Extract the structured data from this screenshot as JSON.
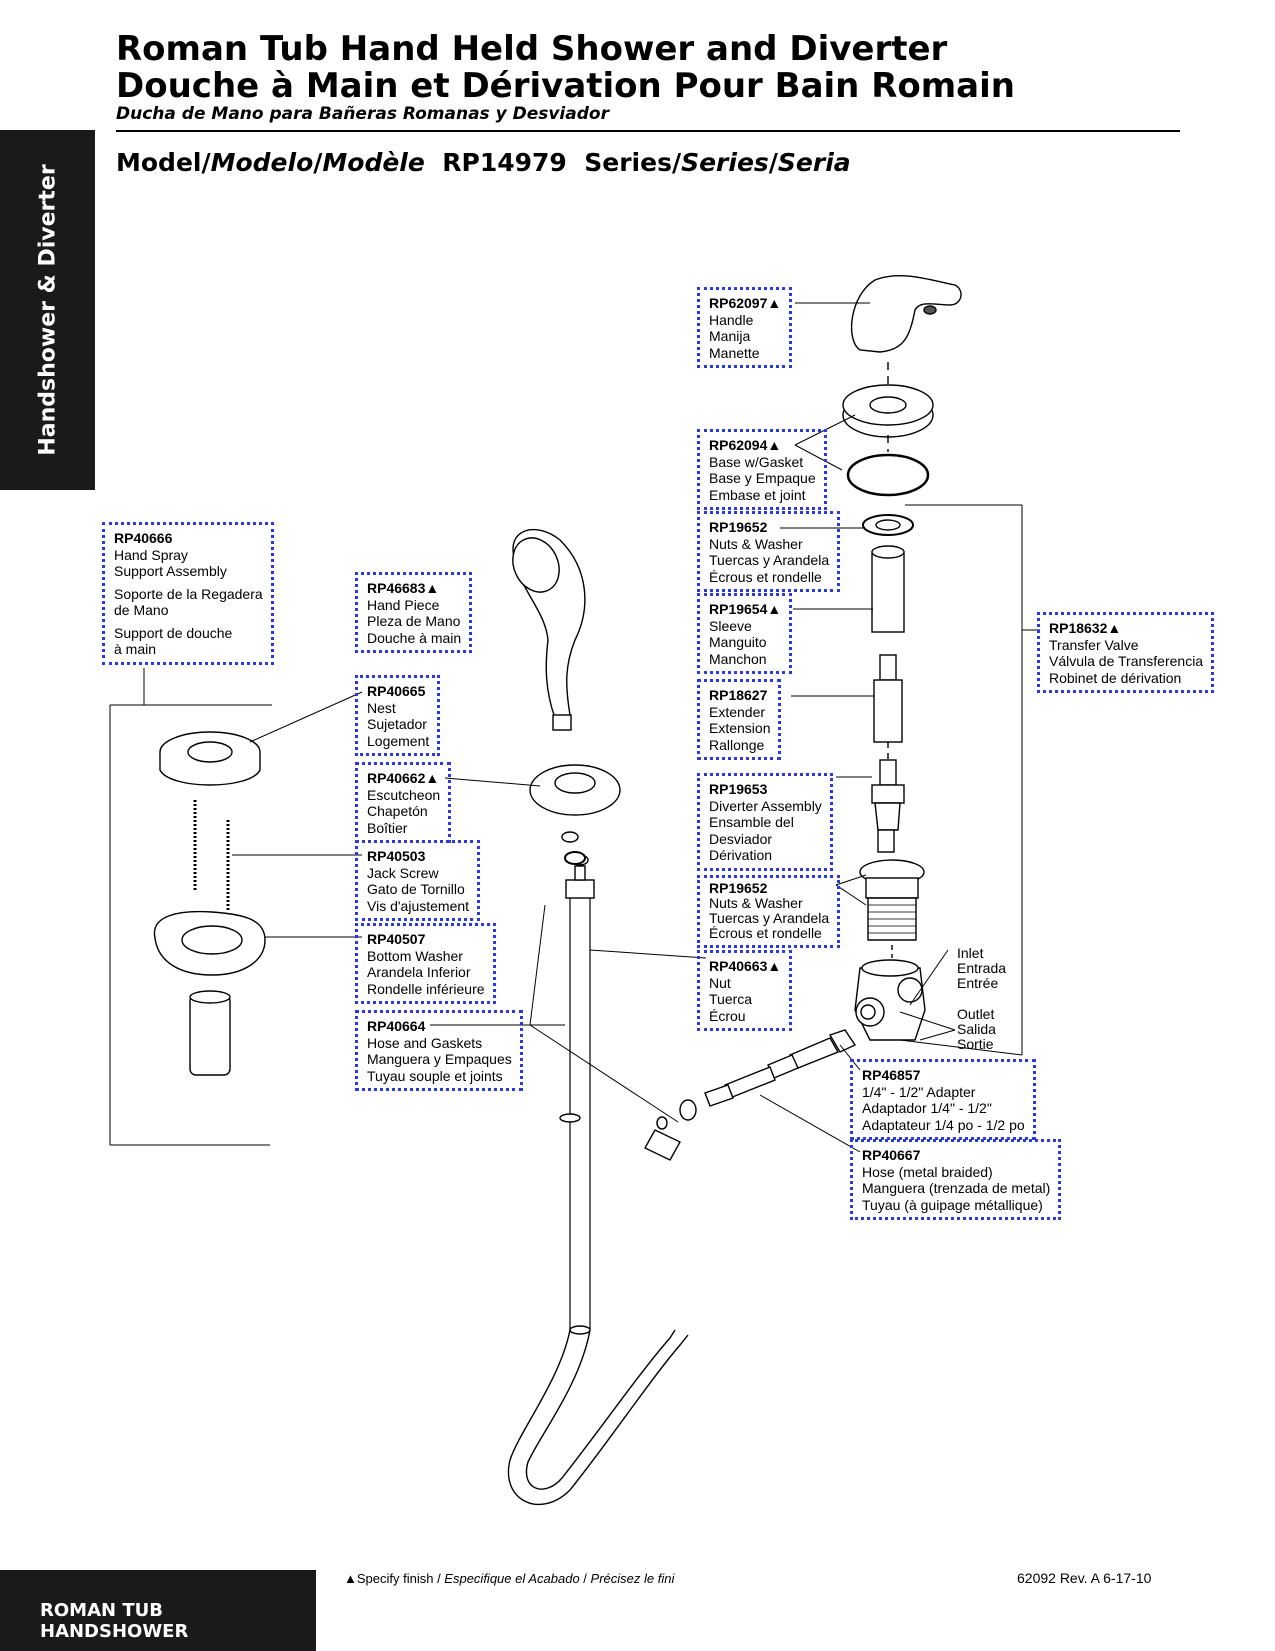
{
  "header": {
    "title_en": "Roman Tub Hand Held Shower and Diverter",
    "title_fr": "Douche à Main et Dérivation Pour Bain Romain",
    "title_es": "Ducha de Mano para Bañeras Romanas y Desviador",
    "model_label": "Model/",
    "model_label_es": "Modelo",
    "model_sep": "/",
    "model_label_fr": "Modèle",
    "model_number": "RP14979",
    "series_label": "Series/",
    "series_label_es": "Series",
    "series_sep": "/",
    "series_label_fr": "Seria"
  },
  "side_tab": "Handshower & Diverter",
  "parts": {
    "rp62097": {
      "pn": "RP62097▲",
      "l1": "Handle",
      "l2": "Manija",
      "l3": "Manette"
    },
    "rp62094": {
      "pn": "RP62094▲",
      "l1": "Base w/Gasket",
      "l2": "Base y Empaque",
      "l3": "Embase et joint"
    },
    "rp19652a": {
      "pn": "RP19652",
      "l1": "Nuts & Washer",
      "l2": "Tuercas y Arandela",
      "l3": "Écrous et rondelle"
    },
    "rp19654": {
      "pn": "RP19654▲",
      "l1": "Sleeve",
      "l2": "Manguito",
      "l3": "Manchon"
    },
    "rp18627": {
      "pn": "RP18627",
      "l1": "Extender",
      "l2": "Extension",
      "l3": "Rallonge"
    },
    "rp19653": {
      "pn": "RP19653",
      "l1": "Diverter Assembly",
      "l2": "Ensamble del",
      "l3": "Desviador",
      "l4": "Dérivation"
    },
    "rp19652b": {
      "pn": "RP19652",
      "l1": "Nuts & Washer",
      "l2": "Tuercas y Arandela",
      "l3": "Écrous et rondelle"
    },
    "rp40663": {
      "pn": "RP40663▲",
      "l1": "Nut",
      "l2": "Tuerca",
      "l3": "Écrou"
    },
    "rp18632": {
      "pn": "RP18632▲",
      "l1": "Transfer Valve",
      "l2": "Válvula de Transferencia",
      "l3": "Robinet de dérivation"
    },
    "rp40666": {
      "pn": "RP40666",
      "l1": "Hand Spray",
      "l2": "Support Assembly",
      "l3": "Soporte de la Regadera",
      "l4": "de Mano",
      "l5": "Support de douche",
      "l6": "à main"
    },
    "rp46683": {
      "pn": "RP46683▲",
      "l1": "Hand Piece",
      "l2": "Pleza de Mano",
      "l3": "Douche à main"
    },
    "rp40665": {
      "pn": "RP40665",
      "l1": "Nest",
      "l2": "Sujetador",
      "l3": "Logement"
    },
    "rp40662": {
      "pn": "RP40662▲",
      "l1": "Escutcheon",
      "l2": "Chapetón",
      "l3": "Boîtier"
    },
    "rp40503": {
      "pn": "RP40503",
      "l1": "Jack Screw",
      "l2": "Gato de Tornillo",
      "l3": "Vis d'ajustement"
    },
    "rp40507": {
      "pn": "RP40507",
      "l1": "Bottom Washer",
      "l2": "Arandela Inferior",
      "l3": "Rondelle inférieure"
    },
    "rp40664": {
      "pn": "RP40664",
      "l1": "Hose and Gaskets",
      "l2": "Manguera y Empaques",
      "l3": "Tuyau souple et joints"
    },
    "rp46857": {
      "pn": "RP46857",
      "l1": "1/4\" - 1/2\" Adapter",
      "l2": "Adaptador 1/4\" - 1/2\"",
      "l3": "Adaptateur 1/4 po - 1/2 po"
    },
    "rp40667": {
      "pn": "RP40667",
      "l1": "Hose (metal braided)",
      "l2": "Manguera (trenzada de metal)",
      "l3": "Tuyau (à guipage métallique)"
    }
  },
  "callouts": {
    "inlet": {
      "l1": "Inlet",
      "l2": "Entrada",
      "l3": "Entrée"
    },
    "outlet": {
      "l1": "Outlet",
      "l2": "Salida",
      "l3": "Sortie"
    }
  },
  "footer": {
    "tab": "ROMAN TUB HANDSHOWER",
    "note_en": "▲Specify finish / ",
    "note_es": "Especifique el Acabado",
    "note_sep": " / ",
    "note_fr": "Précisez le fini",
    "docnum": "62092  Rev. A    6-17-10"
  },
  "colors": {
    "callout_border": "#2a3ae0",
    "tab_bg": "#1a1a1a"
  }
}
